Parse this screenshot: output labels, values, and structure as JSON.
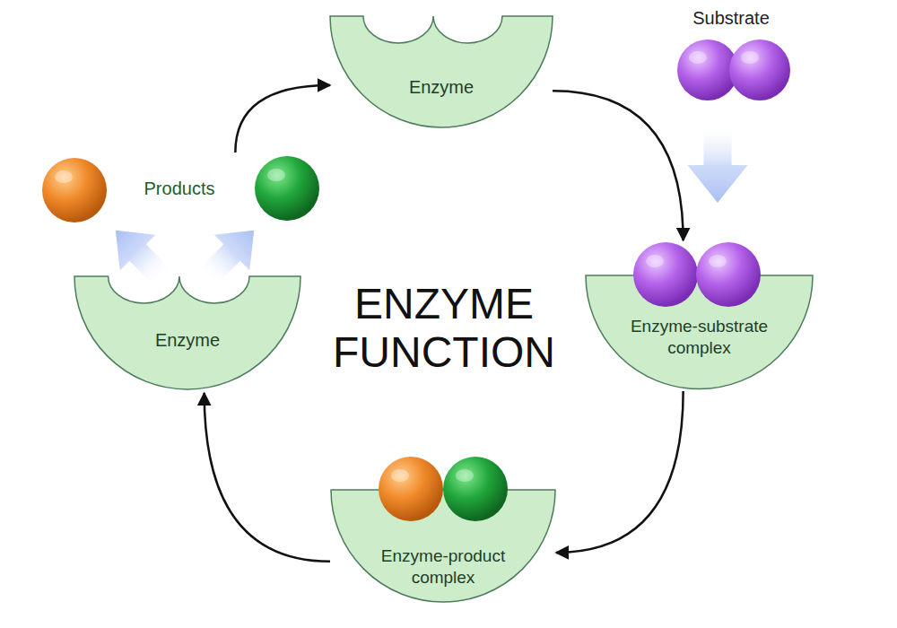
{
  "diagram": {
    "title": "ENZYME FUNCTION",
    "nodes": [
      {
        "text": [
          "Enzyme"
        ]
      },
      {
        "text": [
          "Enzyme"
        ]
      },
      {
        "text": [
          "Enzyme-substrate complex"
        ]
      },
      {
        "text": [
          "Enzyme-product complex"
        ]
      }
    ],
    "edges": [
      {
        "from": 0,
        "to": 2,
        "arrow": "to"
      },
      {
        "from": 2,
        "to": 3,
        "arrow": "to"
      },
      {
        "from": 3,
        "to": 1,
        "arrow": "to"
      },
      {
        "from": 1,
        "to": 0,
        "arrow": "to"
      }
    ],
    "labels": [
      "Substrate",
      "Products"
    ]
  }
}
